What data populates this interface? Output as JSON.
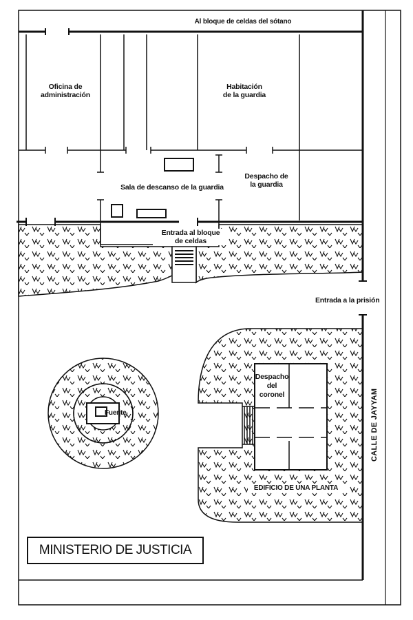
{
  "labels": {
    "basement_block": "Al bloque de celdas del sótano",
    "admin_office": "Oficina de\nadministración",
    "guard_room": "Habitación\nde la guardia",
    "guard_rest": "Sala de descanso de la guardia",
    "guard_office": "Despacho de\nla guardia",
    "cell_entrance": "Entrada al bloque\nde celdas",
    "prison_entrance": "Entrada a la prisión",
    "fountain": "Fuente",
    "colonel_office": "Despacho\ndel\ncoronel",
    "one_floor_building": "EDIFICIO DE UNA PLANTA",
    "street": "CALLE DE JAYYAM",
    "ministry": "MINISTERIO DE JUSTICIA"
  },
  "vegetation_symbol": "ᐯ"
}
